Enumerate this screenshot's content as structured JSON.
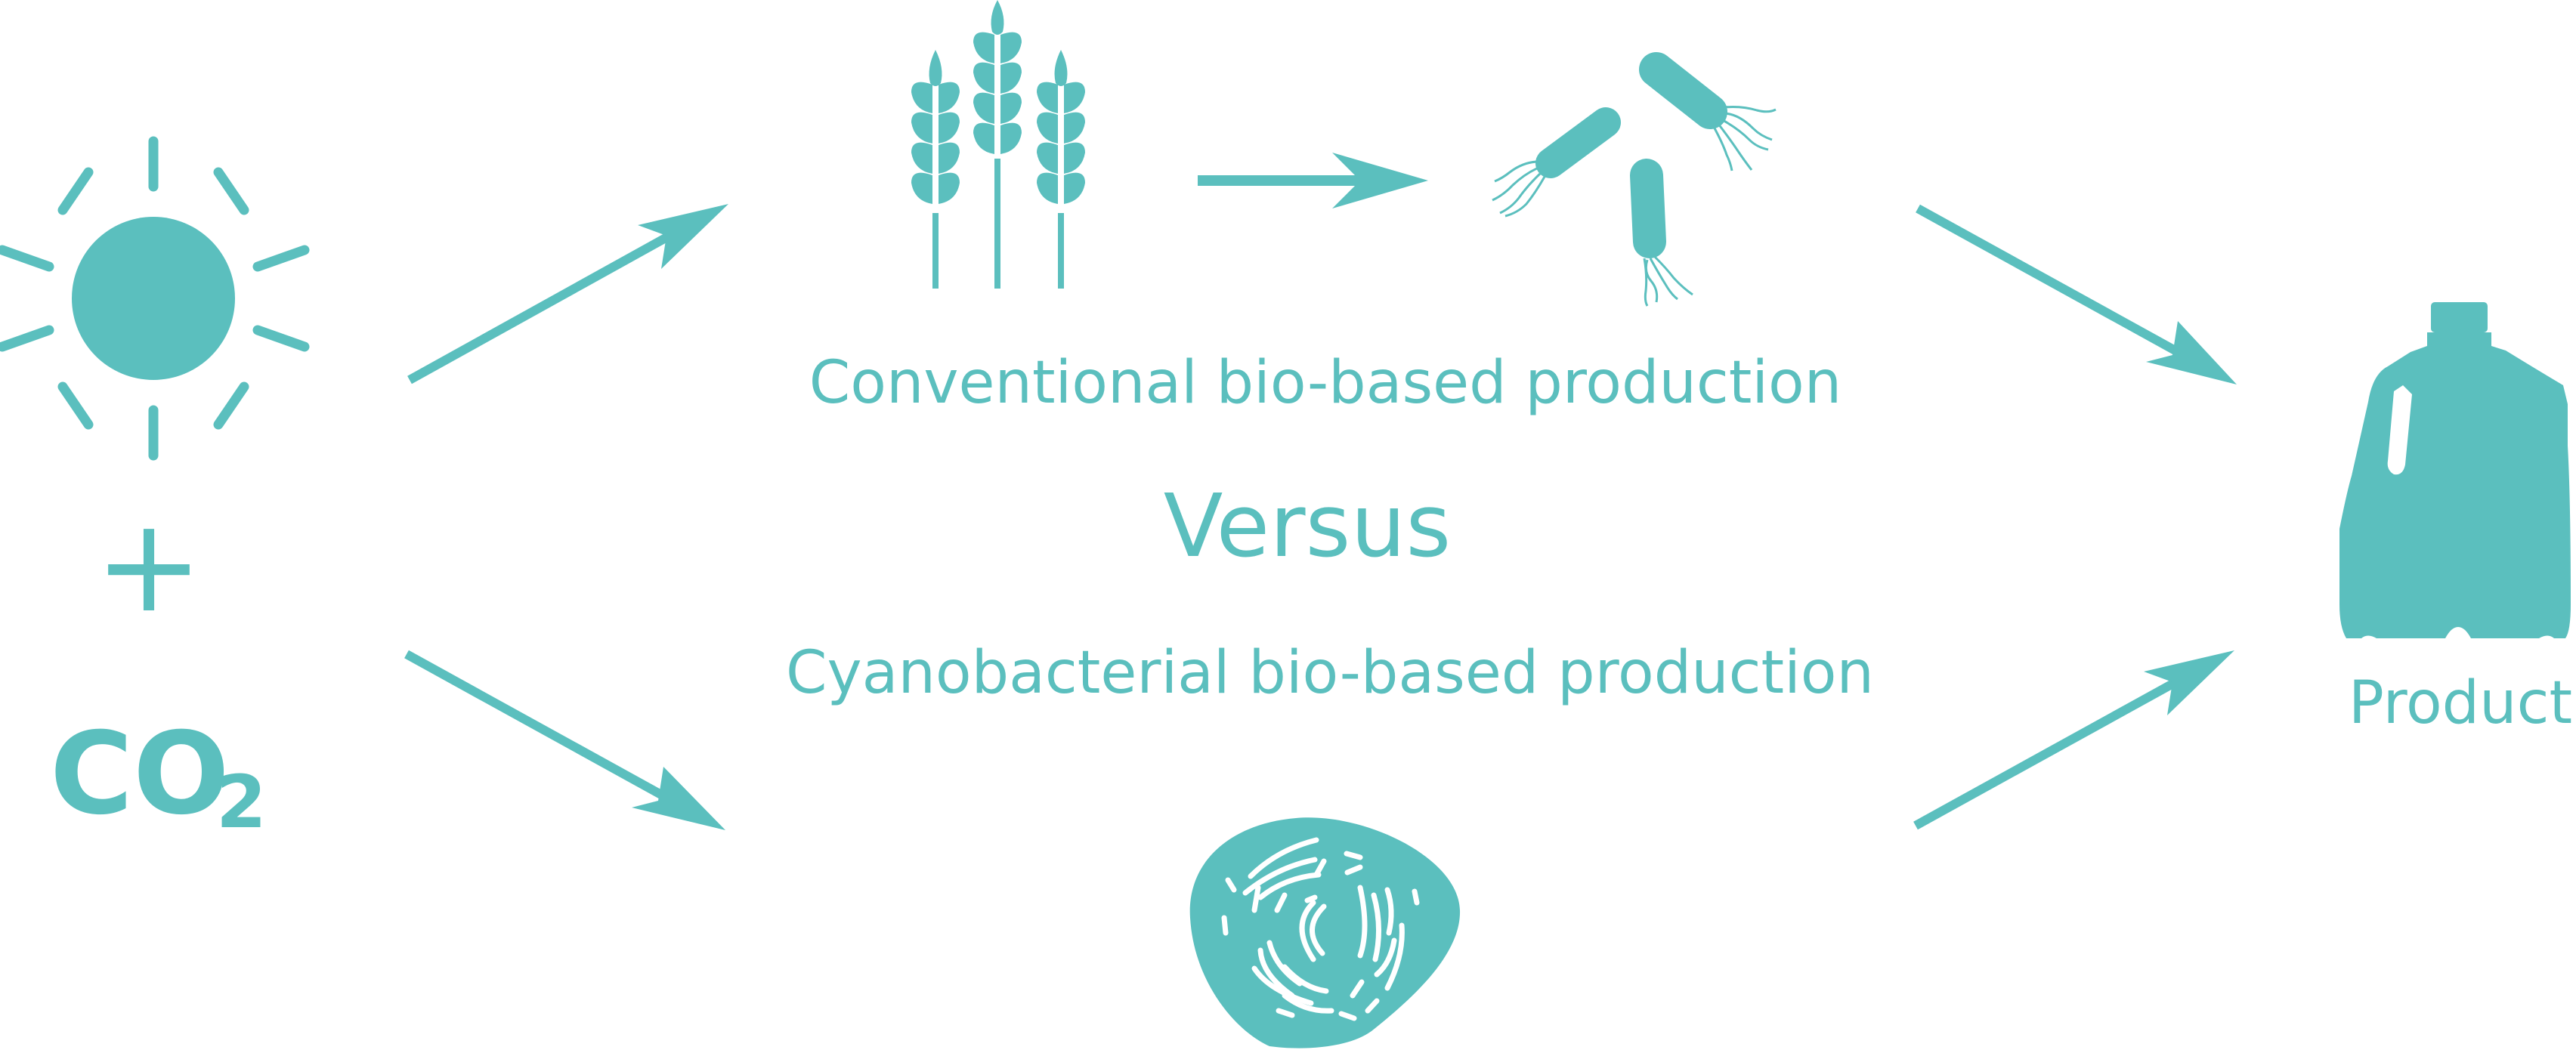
{
  "colors": {
    "accent": "#5bbfbe",
    "background": "#ffffff",
    "cutout": "#ffffff"
  },
  "labels": {
    "conventional": "Conventional bio-based production",
    "versus": "Versus",
    "cyanobacterial": "Cyanobacterial bio-based production",
    "product": "Product"
  },
  "inputs": {
    "plus": "+",
    "co2_main": "CO",
    "co2_sub": "2"
  },
  "icons": [
    "sun-icon",
    "wheat-icon",
    "bacteria-icon",
    "cyanobacterium-cell-icon",
    "plastic-jug-icon"
  ]
}
